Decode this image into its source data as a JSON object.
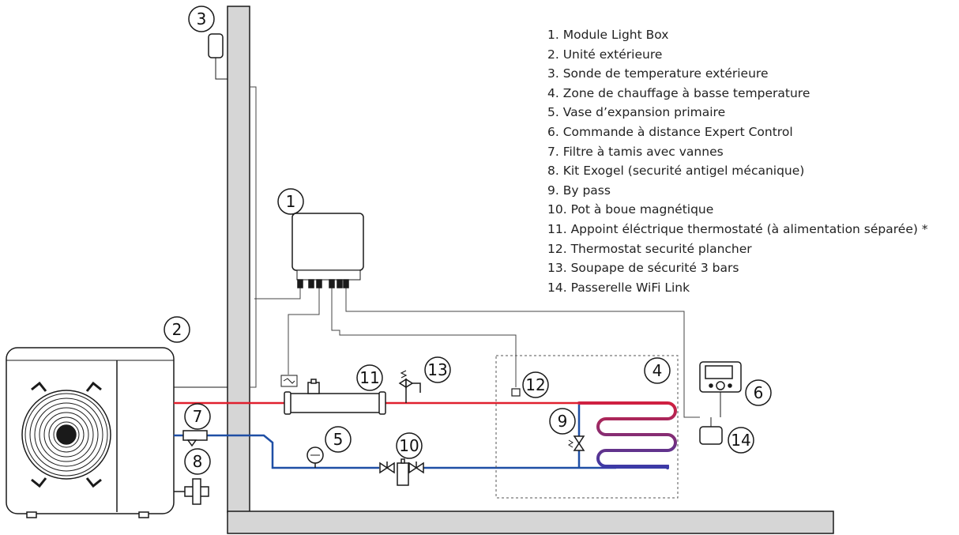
{
  "legend": {
    "items": [
      "1. Module Light Box",
      "2. Unité extérieure",
      "3. Sonde de temperature extérieure",
      "4. Zone de chauffage à basse temperature",
      "5. Vase d’expansion primaire",
      "6.  Commande à distance Expert Control",
      "7.  Filtre à tamis avec vannes",
      "8. Kit Exogel (securité antigel mécanique)",
      "9. By pass",
      "10.  Pot à boue magnétique",
      "11. Appoint éléctrique thermostaté (à alimentation séparée) *",
      "12. Thermostat securité plancher",
      "13. Soupape de sécurité 3 bars",
      "14. Passerelle WiFi Link"
    ]
  },
  "callouts": [
    "1",
    "2",
    "3",
    "4",
    "5",
    "6",
    "7",
    "8",
    "9",
    "10",
    "11",
    "12",
    "13",
    "14"
  ],
  "colors": {
    "supply_pipe": "#e0202e",
    "return_pipe": "#1f4fa5",
    "wall": "#d6d6d6",
    "outline": "#1a1a1a"
  }
}
